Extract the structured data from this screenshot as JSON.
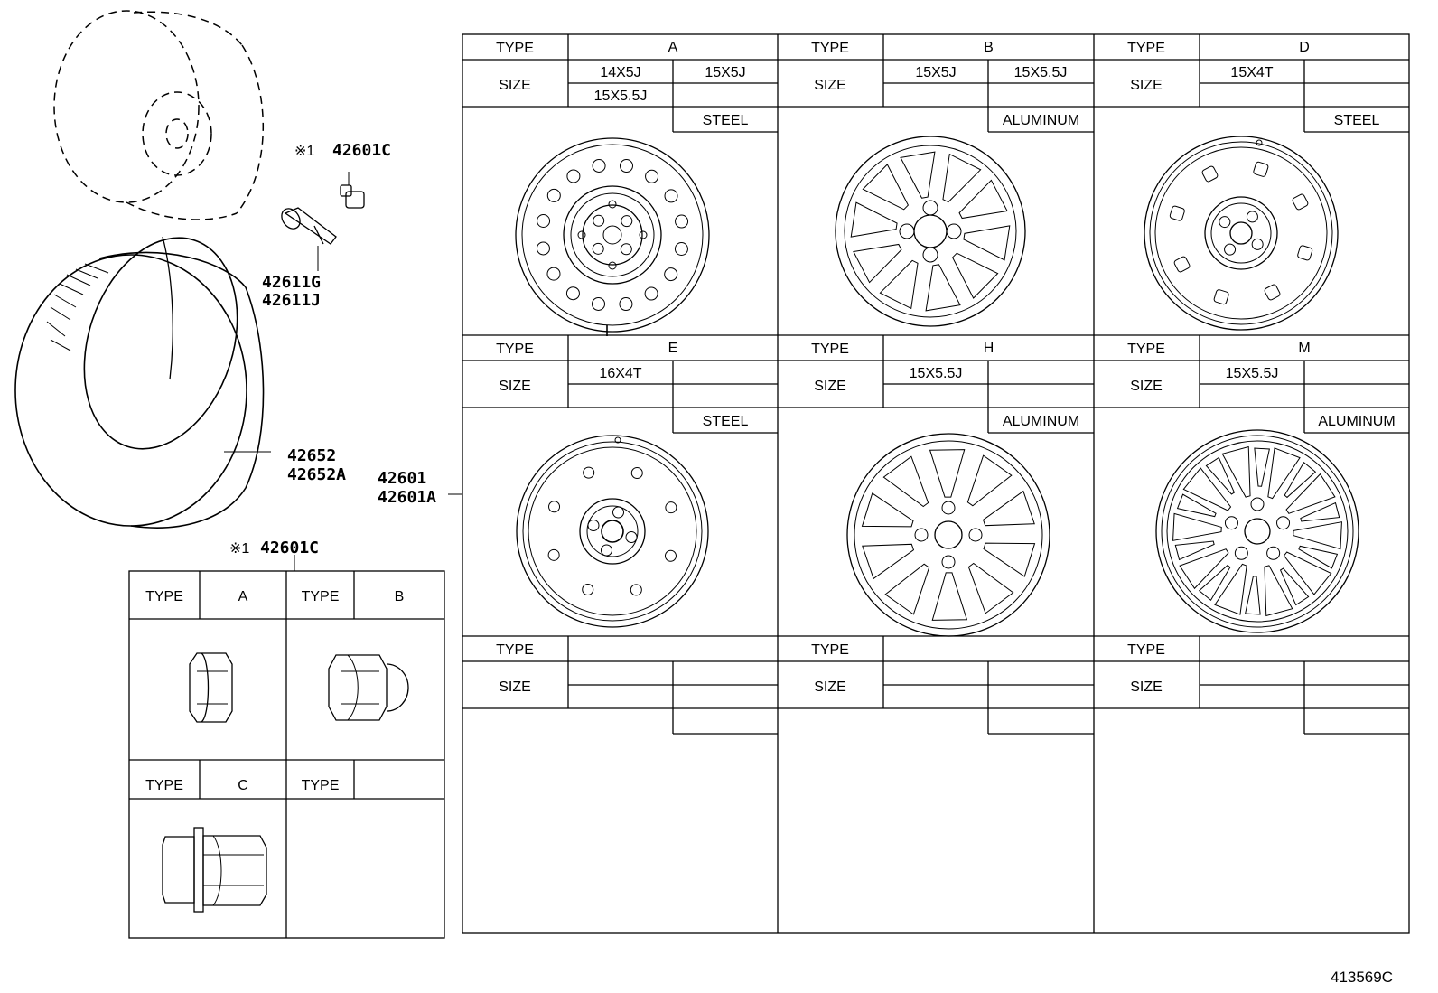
{
  "diagram_id": "413569C",
  "parts": {
    "wheel_center": "42601\n42601A",
    "tire_code": "42652\n42652A",
    "valve_code": "42611G\n42611J",
    "nut_code": "42601C",
    "nut_prefix": "※1"
  },
  "table_labels": {
    "type": "TYPE",
    "size": "SIZE"
  },
  "wheels": [
    {
      "type": "A",
      "sizes": [
        "14X5J",
        "15X5J",
        "15X5.5J",
        ""
      ],
      "material": "STEEL"
    },
    {
      "type": "B",
      "sizes": [
        "15X5J",
        "15X5.5J",
        "",
        ""
      ],
      "material": "ALUMINUM"
    },
    {
      "type": "D",
      "sizes": [
        "15X4T",
        "",
        "",
        ""
      ],
      "material": "STEEL"
    },
    {
      "type": "E",
      "sizes": [
        "16X4T",
        "",
        "",
        ""
      ],
      "material": "STEEL"
    },
    {
      "type": "H",
      "sizes": [
        "15X5.5J",
        "",
        "",
        ""
      ],
      "material": "ALUMINUM"
    },
    {
      "type": "M",
      "sizes": [
        "15X5.5J",
        "",
        "",
        ""
      ],
      "material": "ALUMINUM"
    },
    {
      "type": "",
      "sizes": [
        "",
        "",
        "",
        ""
      ],
      "material": ""
    },
    {
      "type": "",
      "sizes": [
        "",
        "",
        "",
        ""
      ],
      "material": ""
    },
    {
      "type": "",
      "sizes": [
        "",
        "",
        "",
        ""
      ],
      "material": ""
    }
  ],
  "nuts": [
    {
      "type": "A"
    },
    {
      "type": "B"
    },
    {
      "type": "C"
    },
    {
      "type": ""
    }
  ]
}
